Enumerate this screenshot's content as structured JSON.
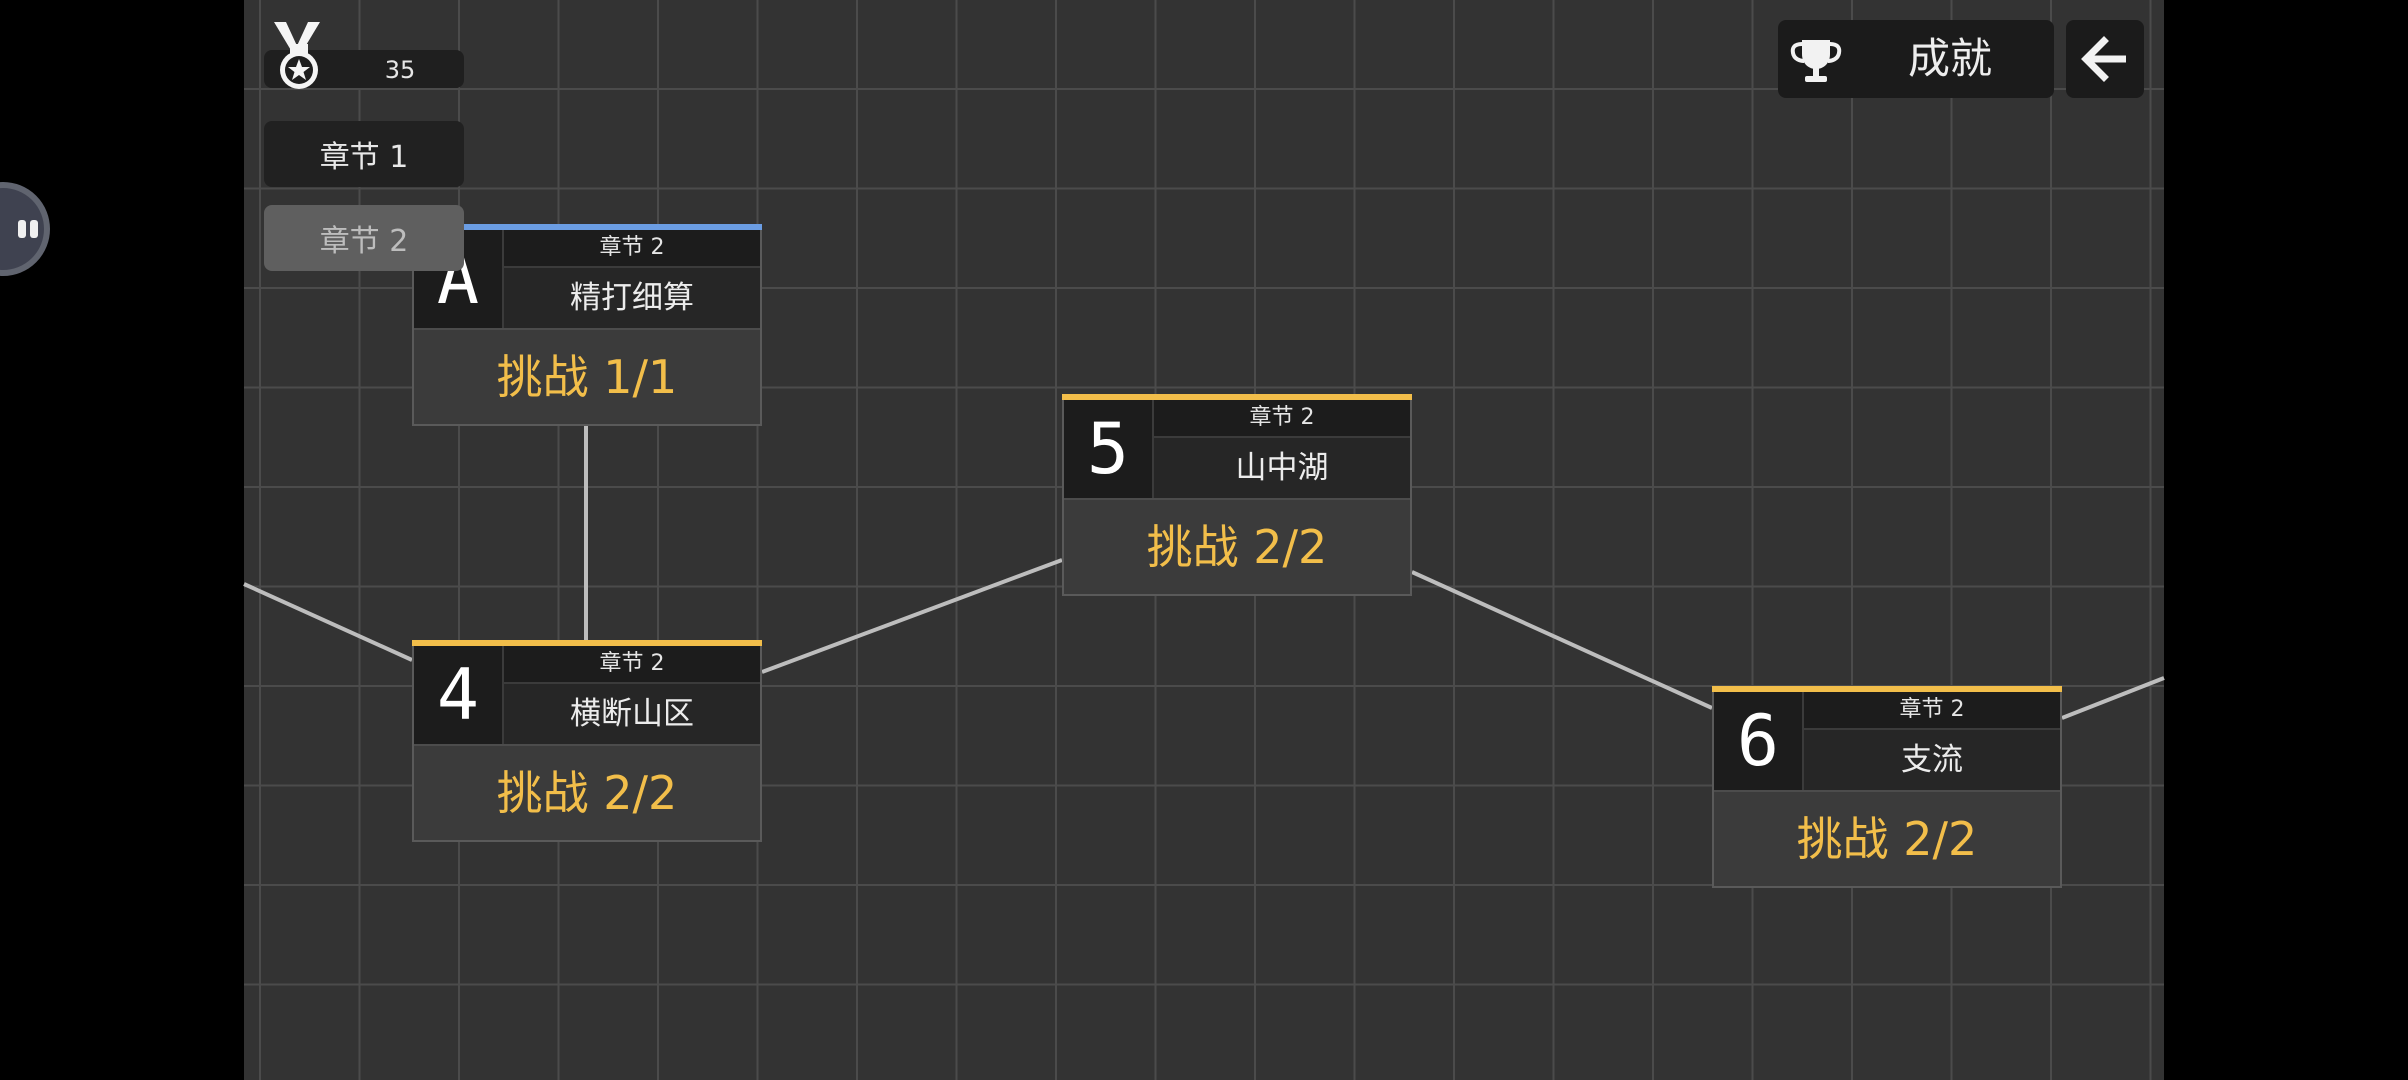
{
  "medal": {
    "count": "35",
    "icon": "medal-icon"
  },
  "chapters": [
    {
      "label": "章节 1",
      "active": false
    },
    {
      "label": "章节 2",
      "active": true
    }
  ],
  "header": {
    "achievements_label": "成就",
    "trophy_icon": "trophy-icon",
    "back_icon": "arrow-left-icon"
  },
  "levels": [
    {
      "num": "A",
      "chapter": "章节 2",
      "name": "精打细算",
      "challenge": "挑战 1/1",
      "accent": "#6b9de3"
    },
    {
      "num": "4",
      "chapter": "章节 2",
      "name": "横断山区",
      "challenge": "挑战 2/2",
      "accent": "#f2be4a"
    },
    {
      "num": "5",
      "chapter": "章节 2",
      "name": "山中湖",
      "challenge": "挑战 2/2",
      "accent": "#f2be4a"
    },
    {
      "num": "6",
      "chapter": "章节 2",
      "name": "支流",
      "challenge": "挑战 2/2",
      "accent": "#f2be4a"
    }
  ],
  "colors": {
    "background": "#333333",
    "grid": "#4b4b4b",
    "path": "#bdbdbd",
    "challenge_text": "#f2be4a"
  }
}
